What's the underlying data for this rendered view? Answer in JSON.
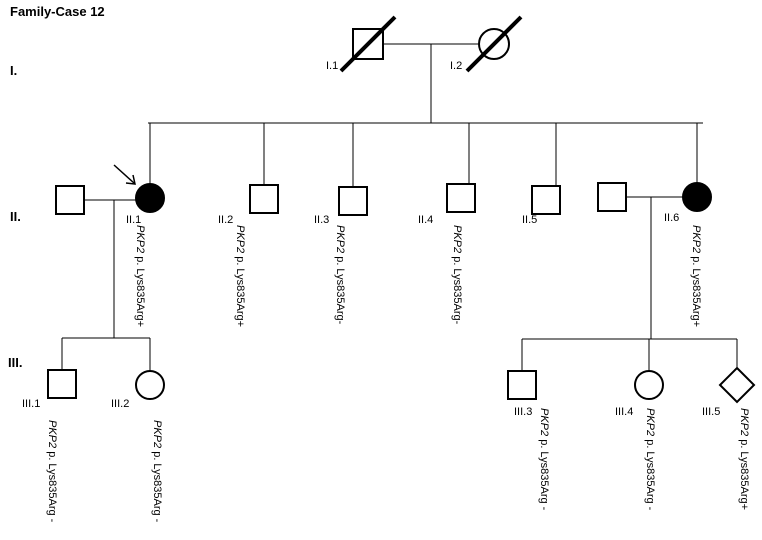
{
  "title": "Family-Case 12",
  "generations": [
    "I.",
    "II.",
    "III."
  ],
  "individuals": [
    {
      "id": "I.1",
      "shape": "square",
      "affected": false,
      "deceased": true
    },
    {
      "id": "I.2",
      "shape": "circle",
      "affected": false,
      "deceased": true
    },
    {
      "id": "II.1",
      "shape": "circle",
      "affected": true,
      "proband": true,
      "genotype": {
        "gene": "PKP2",
        "variant": "p. Lys835Arg+"
      }
    },
    {
      "id": "II.2",
      "shape": "square",
      "affected": false,
      "genotype": {
        "gene": "PKP2",
        "variant": "p. Lys835Arg+"
      }
    },
    {
      "id": "II.3",
      "shape": "square",
      "affected": false,
      "genotype": {
        "gene": "PKP2",
        "variant": "p. Lys835Arg-"
      }
    },
    {
      "id": "II.4",
      "shape": "square",
      "affected": false,
      "genotype": {
        "gene": "PKP2",
        "variant": "p. Lys835Arg-"
      }
    },
    {
      "id": "II.5",
      "shape": "square",
      "affected": false
    },
    {
      "id": "II.6",
      "shape": "circle",
      "affected": true,
      "genotype": {
        "gene": "PKP2",
        "variant": "p. Lys835Arg+"
      }
    },
    {
      "id": "III.1",
      "shape": "square",
      "affected": false,
      "genotype": {
        "gene": "PKP2",
        "variant": "p. Lys835Arg -"
      }
    },
    {
      "id": "III.2",
      "shape": "circle",
      "affected": false,
      "genotype": {
        "gene": "PKP2",
        "variant": "p. Lys835Arg -"
      }
    },
    {
      "id": "III.3",
      "shape": "square",
      "affected": false,
      "genotype": {
        "gene": "PKP2",
        "variant": "p. Lys835Arg -"
      }
    },
    {
      "id": "III.4",
      "shape": "circle",
      "affected": false,
      "genotype": {
        "gene": "PKP2",
        "variant": "p. Lys835Arg -"
      }
    },
    {
      "id": "III.5",
      "shape": "diamond",
      "affected": false,
      "genotype": {
        "gene": "PKP2",
        "variant": "p. Lys835Arg+"
      }
    }
  ],
  "colors": {
    "line": "#000000",
    "affected_fill": "#000000",
    "unaffected_fill": "#ffffff"
  }
}
